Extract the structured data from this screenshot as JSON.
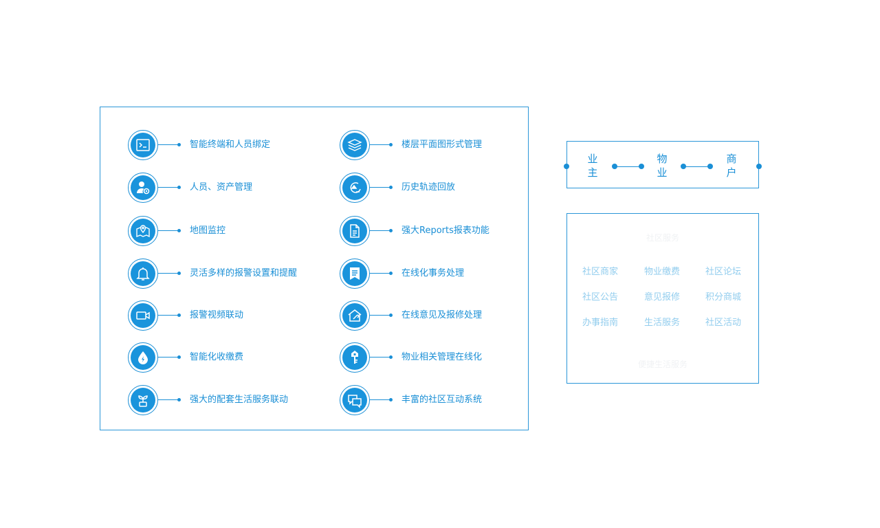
{
  "features_left": [
    {
      "label": "智能终端和人员绑定",
      "icon": "terminal-icon"
    },
    {
      "label": "人员、资产管理",
      "icon": "user-settings-icon"
    },
    {
      "label": "地图监控",
      "icon": "map-pin-icon"
    },
    {
      "label": "灵活多样的报警设置和提醒",
      "icon": "bell-icon"
    },
    {
      "label": "报警视频联动",
      "icon": "video-camera-icon"
    },
    {
      "label": "智能化收缴费",
      "icon": "water-drop-icon"
    },
    {
      "label": "强大的配套生活服务联动",
      "icon": "plant-icon"
    }
  ],
  "features_right": [
    {
      "label": "楼层平面图形式管理",
      "icon": "layers-icon"
    },
    {
      "label": "历史轨迹回放",
      "icon": "track-playback-icon"
    },
    {
      "label": "强大Reports报表功能",
      "icon": "document-icon"
    },
    {
      "label": "在线化事务处理",
      "icon": "bookmark-list-icon"
    },
    {
      "label": "在线意见及报修处理",
      "icon": "house-repair-icon"
    },
    {
      "label": "物业相关管理在线化",
      "icon": "key-house-icon"
    },
    {
      "label": "丰富的社区互动系统",
      "icon": "chat-icon"
    }
  ],
  "roles": {
    "owner": "业主",
    "property": "物业",
    "merchant": "商户"
  },
  "services": {
    "top_faint": "社区服务",
    "bottom_faint": "便捷生活服务",
    "items": [
      "社区商家",
      "物业缴费",
      "社区论坛",
      "社区公告",
      "意见报修",
      "积分商城",
      "办事指南",
      "生活服务",
      "社区活动"
    ]
  },
  "colors": {
    "primary": "#1a8fd6",
    "disc": "#1a94dc",
    "service_text": "#92cdee"
  }
}
